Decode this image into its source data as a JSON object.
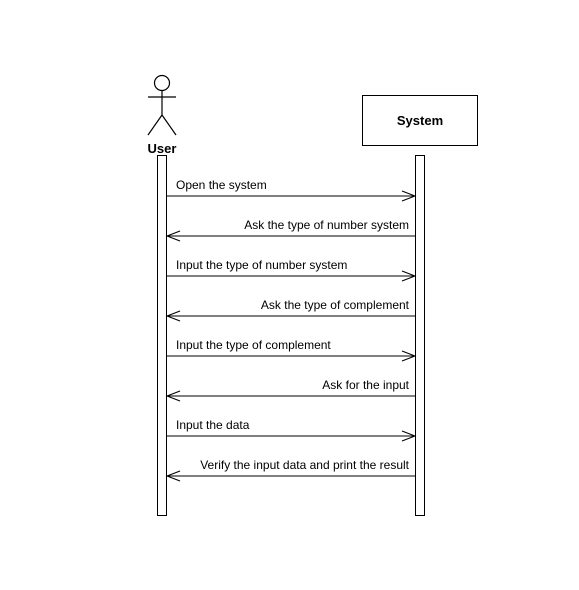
{
  "actor": {
    "name": "User"
  },
  "system": {
    "name": "System"
  },
  "messages": [
    {
      "label": "Open the system",
      "direction": "to-system"
    },
    {
      "label": "Ask the type of number system",
      "direction": "to-user"
    },
    {
      "label": "Input the type of number system",
      "direction": "to-system"
    },
    {
      "label": "Ask the type of complement",
      "direction": "to-user"
    },
    {
      "label": "Input the type of complement",
      "direction": "to-system"
    },
    {
      "label": "Ask for the input",
      "direction": "to-user"
    },
    {
      "label": "Input the data",
      "direction": "to-system"
    },
    {
      "label": "Verify the input data and print the result",
      "direction": "to-user"
    }
  ],
  "colors": {
    "stroke": "#000000",
    "background": "#ffffff"
  }
}
